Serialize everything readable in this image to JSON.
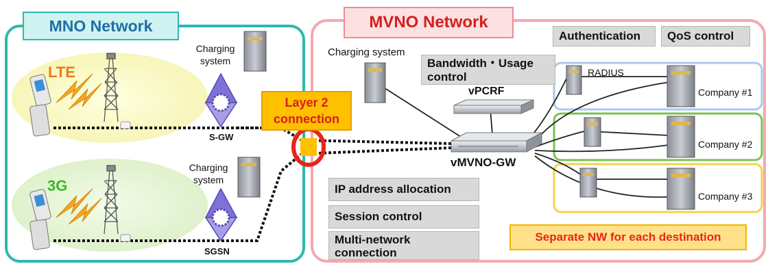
{
  "mno": {
    "title": "MNO Network",
    "lte_label": "LTE",
    "g3_label": "3G",
    "charging_top": "Charging\nsystem",
    "charging_bottom": "Charging\nsystem",
    "sgw_label": "S-GW",
    "sgsn_label": "SGSN"
  },
  "layer2": {
    "label": "Layer 2\nconnection"
  },
  "mvno": {
    "title": "MVNO Network",
    "charging_label": "Charging system",
    "bandwidth_box": "Bandwidth・Usage\ncontrol",
    "vpcrf_label": "vPCRF",
    "vmvno_gw_label": "vMVNO-GW",
    "ip_box": "IP address allocation",
    "session_box": "Session control",
    "multi_box": "Multi-network\nconnection",
    "auth_box": "Authentication",
    "qos_box": "QoS control",
    "radius_label": "RADIUS",
    "company1": "Company #1",
    "company2": "Company #2",
    "company3": "Company #3",
    "separate_label": "Separate NW for each destination"
  },
  "colors": {
    "mno_border": "#2fb7ad",
    "mvno_border": "#ee8b95",
    "company1_border": "#a9c8ee",
    "company2_border": "#7cc24f",
    "company3_border": "#f5d24a",
    "layer2_fill": "#ffc000",
    "accent_red": "#d4201d"
  }
}
